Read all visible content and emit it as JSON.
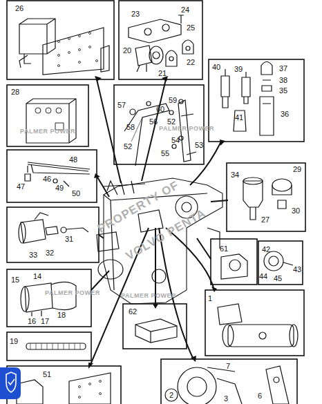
{
  "diagram": {
    "labels": [
      "26",
      "23",
      "24",
      "25",
      "20",
      "21",
      "22",
      "40",
      "39",
      "37",
      "38",
      "35",
      "36",
      "41",
      "28",
      "57",
      "58",
      "56",
      "59",
      "60",
      "52",
      "55",
      "54",
      "53",
      "52",
      "48",
      "47",
      "46",
      "49",
      "50",
      "34",
      "29",
      "30",
      "27",
      "31",
      "33",
      "32",
      "61",
      "42",
      "43",
      "44",
      "45",
      "15",
      "14",
      "16",
      "17",
      "18",
      "62",
      "1",
      "19",
      "51",
      "7",
      "2",
      "3",
      "6",
      "PALMER POWER",
      "PALMER POWER",
      "PALMER POWER",
      "PALMER POWER",
      "PROPERTY OF",
      "VOLVO PENTA"
    ]
  }
}
